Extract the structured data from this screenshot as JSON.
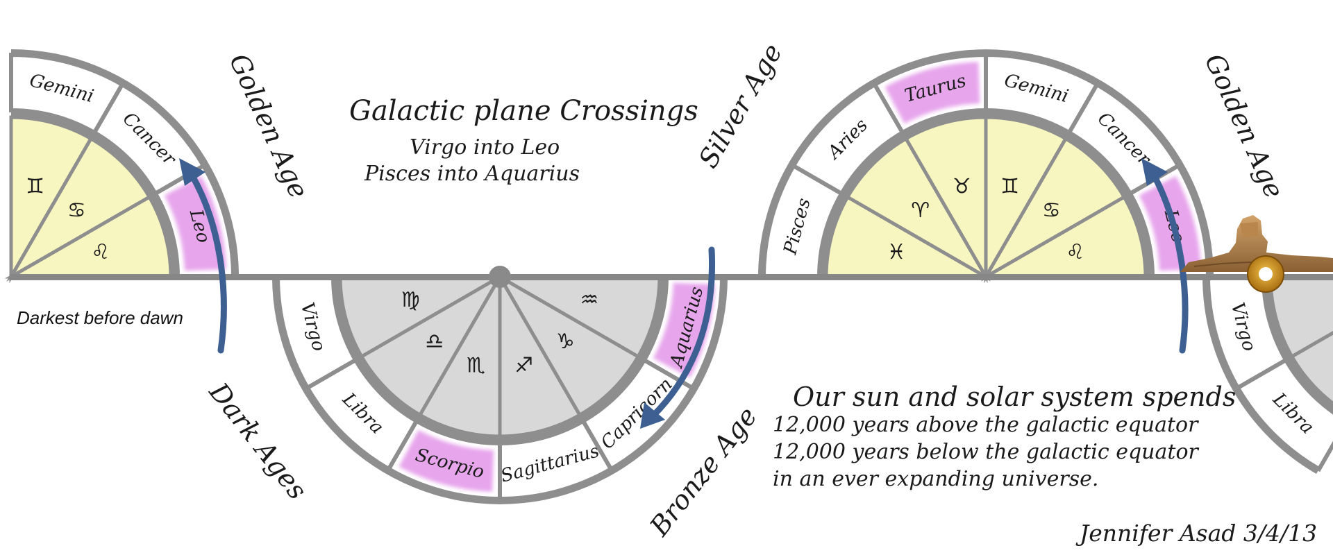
{
  "colors": {
    "upper_fill": "#f8f6c0",
    "lower_fill": "#d8d8d8",
    "ring": "#ffffff",
    "highlight": "#e7a6ec",
    "rim": "#8e8e8e",
    "arrow": "#3d5f92",
    "equator": "#878787"
  },
  "title": {
    "heading": "Galactic plane Crossings",
    "line1": "Virgo into Leo",
    "line2": "Pisces into Aquarius"
  },
  "darkest_label": "Darkest before dawn",
  "ages": {
    "golden_left": "Golden Age",
    "dark": "Dark Ages",
    "silver": "Silver Age",
    "bronze": "Bronze Age",
    "golden_right": "Golden Age"
  },
  "info": {
    "heading": "Our sun and solar system spends",
    "line1": "12,000 years above the galactic equator",
    "line2": "12,000 years below the galactic equator",
    "line3": "in an ever expanding universe."
  },
  "credit": "Jennifer Asad 3/4/13",
  "wheels": {
    "left_upper": {
      "signs": [
        {
          "name": "Gemini",
          "symbol": "♊",
          "highlight": false
        },
        {
          "name": "Cancer",
          "symbol": "♋",
          "highlight": false
        },
        {
          "name": "Leo",
          "symbol": "♌",
          "highlight": true
        }
      ]
    },
    "middle_lower": {
      "signs": [
        {
          "name": "Virgo",
          "symbol": "♍",
          "highlight": false
        },
        {
          "name": "Libra",
          "symbol": "♎",
          "highlight": false
        },
        {
          "name": "Scorpio",
          "symbol": "♏",
          "highlight": true
        },
        {
          "name": "Sagittarius",
          "symbol": "♐",
          "highlight": false
        },
        {
          "name": "Capricorn",
          "symbol": "♑",
          "highlight": false
        },
        {
          "name": "Aquarius",
          "symbol": "♒",
          "highlight": true
        }
      ]
    },
    "right_upper": {
      "signs": [
        {
          "name": "Pisces",
          "symbol": "♓",
          "highlight": false
        },
        {
          "name": "Aries",
          "symbol": "♈",
          "highlight": false
        },
        {
          "name": "Taurus",
          "symbol": "♉",
          "highlight": true
        },
        {
          "name": "Gemini",
          "symbol": "♊",
          "highlight": false
        },
        {
          "name": "Cancer",
          "symbol": "♋",
          "highlight": false
        },
        {
          "name": "Leo",
          "symbol": "♌",
          "highlight": true
        }
      ]
    },
    "far_right_lower": {
      "signs": [
        {
          "name": "Virgo",
          "symbol": "",
          "highlight": false
        },
        {
          "name": "Libra",
          "symbol": "",
          "highlight": false
        }
      ]
    }
  },
  "icons": [
    "sphinx-icon",
    "sun-icon",
    "arrow-icon"
  ]
}
